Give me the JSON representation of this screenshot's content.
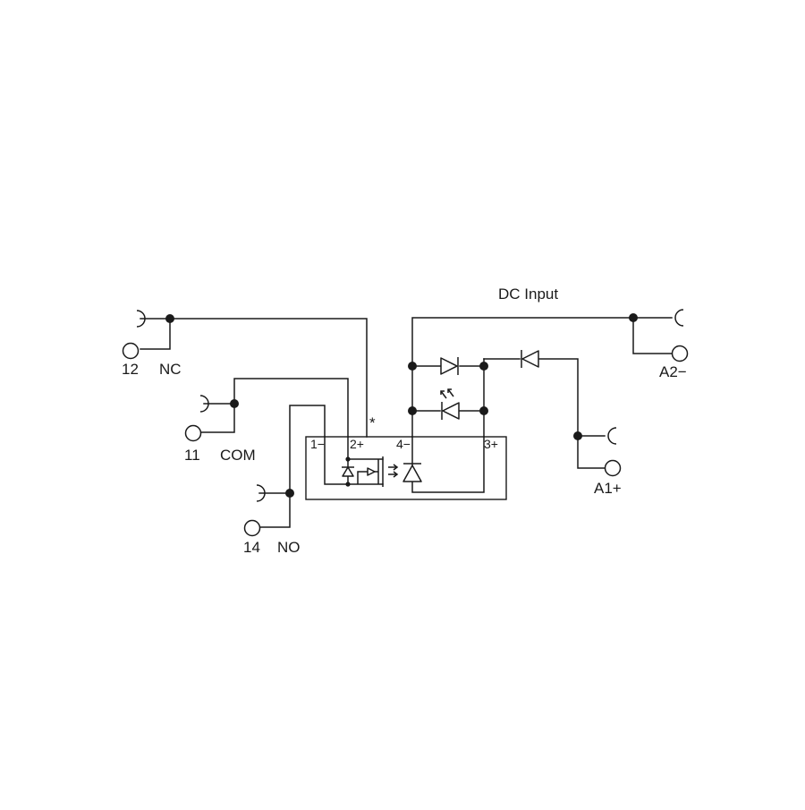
{
  "diagram": {
    "title": "DC Input",
    "marker": "*",
    "terminals": {
      "t12": {
        "number": "12",
        "label": "NC"
      },
      "t11": {
        "number": "11",
        "label": "COM"
      },
      "t14": {
        "number": "14",
        "label": "NO"
      },
      "a2": {
        "label": "A2−"
      },
      "a1": {
        "label": "A1+"
      }
    },
    "pins": {
      "p1": "1−",
      "p2": "2+",
      "p4": "4−",
      "p3": "3+"
    }
  }
}
